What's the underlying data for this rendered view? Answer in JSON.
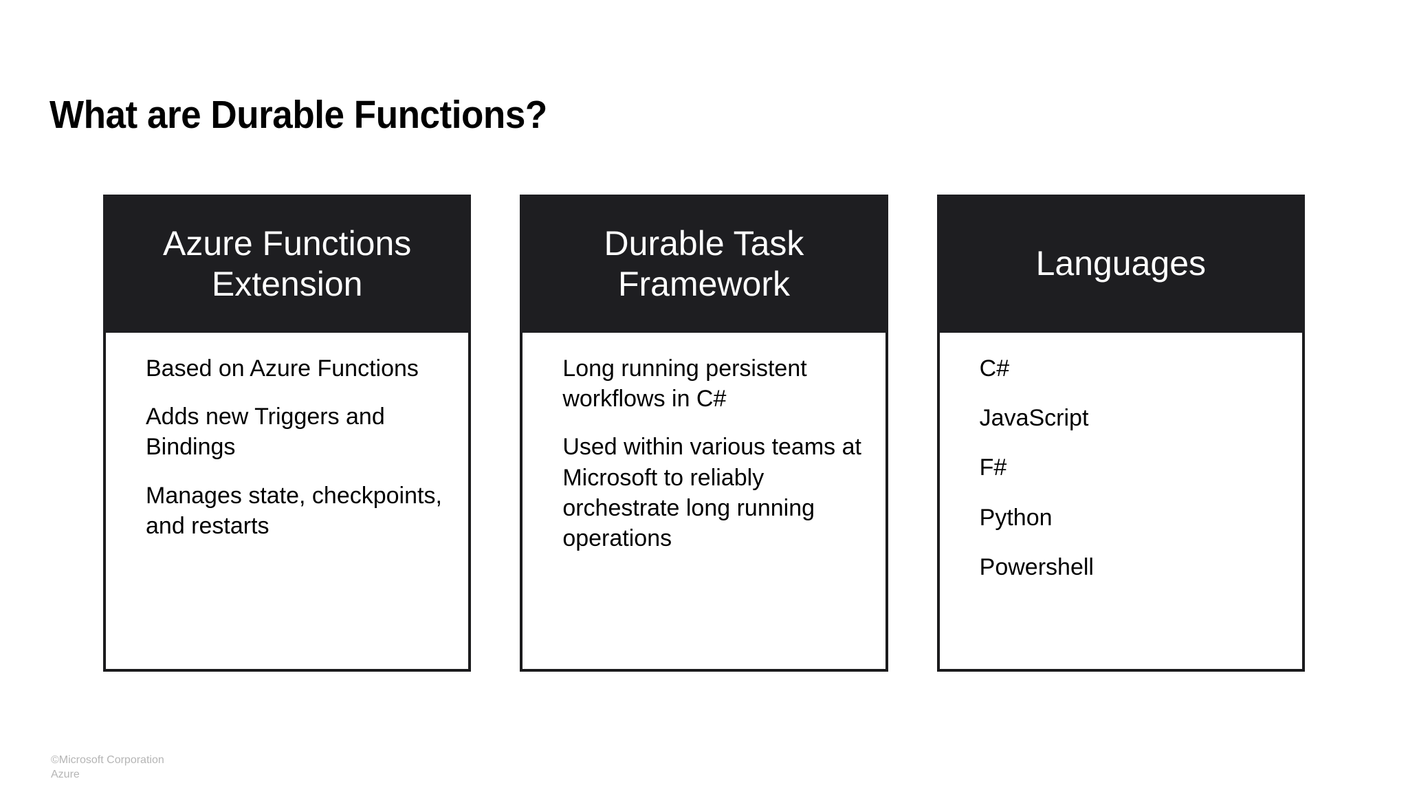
{
  "slide": {
    "title": "What are Durable Functions?",
    "background_color": "#ffffff",
    "header_color": "#1e1e21",
    "border_color": "#1b1b1d",
    "text_color": "#000000",
    "footer_color": "#b5b5b5"
  },
  "cards": [
    {
      "title": "Azure Functions Extension",
      "bullets": [
        "Based on Azure Functions",
        "Adds new Triggers and Bindings",
        "Manages state, checkpoints, and restarts"
      ]
    },
    {
      "title": "Durable Task Framework",
      "bullets": [
        "Long running persistent workflows in C#",
        "Used within various teams at Microsoft to reliably orchestrate long running operations"
      ]
    },
    {
      "title": "Languages",
      "bullets": [
        "C#",
        "JavaScript",
        "F#",
        "Python",
        "Powershell"
      ]
    }
  ],
  "footer": {
    "line1": "©Microsoft Corporation",
    "line2": "Azure"
  }
}
